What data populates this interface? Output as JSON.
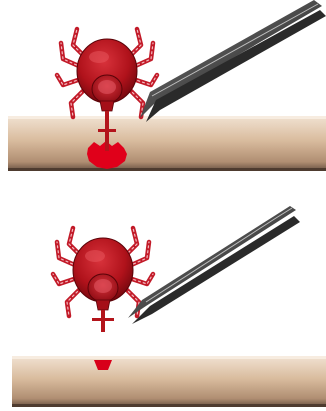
{
  "figure": {
    "panels": [
      {
        "id": "step-1",
        "state": "tick embedded in skin, tweezers grasping near mouthparts",
        "icons": [
          "tick-icon",
          "tweezers-icon",
          "skin-icon",
          "bite-wound-icon"
        ]
      },
      {
        "id": "step-2",
        "state": "tick pulled straight up and out of skin",
        "icons": [
          "tick-icon",
          "tweezers-icon",
          "skin-icon",
          "bite-mark-icon"
        ]
      }
    ],
    "colors": {
      "tick_body": "#b3141b",
      "tick_dark": "#7a0a10",
      "tick_legs": "#c21a28",
      "skin_light": "#e9d3bd",
      "skin_mid": "#c9a98a",
      "skin_dark": "#8c6b52",
      "blood": "#e0001a",
      "tweezers_dark": "#1f1f1f",
      "tweezers_light": "#9a9a9a",
      "background": "#ffffff"
    }
  }
}
